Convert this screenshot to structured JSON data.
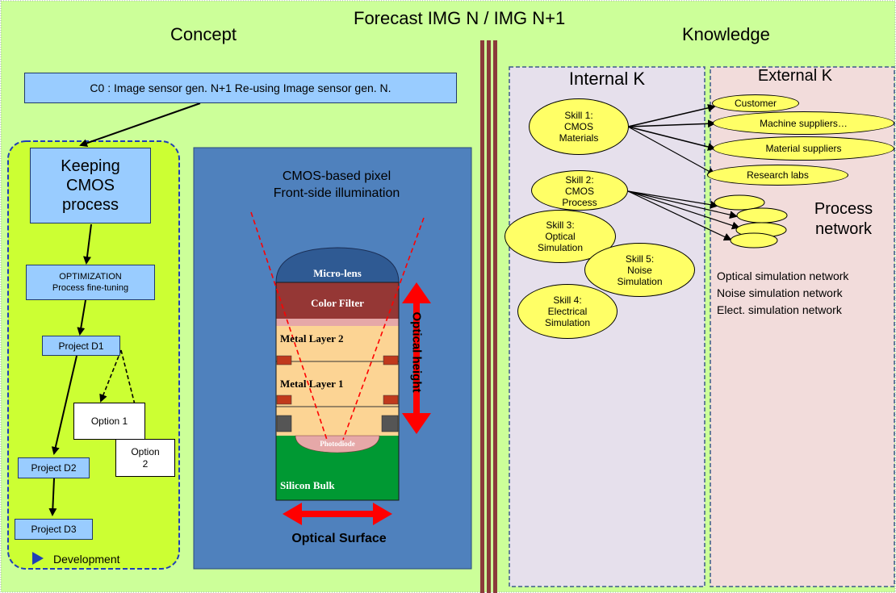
{
  "header": {
    "title": "Forecast IMG N / IMG N+1",
    "concept": "Concept",
    "knowledge": "Knowledge"
  },
  "concept": {
    "c0": "C0 : Image sensor gen. N+1 Re-using Image sensor gen. N.",
    "keeping": "Keeping CMOS process",
    "optimization_title": "OPTIMIZATION",
    "optimization_sub": "Process fine-tuning",
    "project_d1": "Project D1",
    "option1": "Option 1",
    "option2": "Option 2",
    "project_d2": "Project D2",
    "project_d3": "Project D3",
    "development": "Development"
  },
  "pixel": {
    "title_line1": "CMOS-based pixel",
    "title_line2": "Front-side illumination",
    "microlens": "Micro-lens",
    "color_filter": "Color Filter",
    "metal2": "Metal Layer 2",
    "metal1": "Metal Layer 1",
    "photodiode": "Photodiode",
    "silicon": "Silicon Bulk",
    "optical_height": "Optical height",
    "optical_surface": "Optical Surface"
  },
  "knowledge": {
    "internal_title": "Internal K",
    "external_title": "External K",
    "skills": [
      "Skill 1: CMOS Materials",
      "Skill 2: CMOS Process",
      "Skill 3: Optical Simulation",
      "Skill 5: Noise Simulation",
      "Skill 4: Electrical Simulation"
    ],
    "external": [
      "Customer",
      "Machine suppliers…",
      "Material suppliers",
      "Research labs"
    ],
    "process_network": "Process network",
    "networks": [
      "Optical simulation network",
      "Noise simulation network",
      "Elect. simulation network"
    ]
  },
  "colors": {
    "background": "#ccff99",
    "concept_panel": "#ccff33",
    "pixel_panel": "#4f81bd",
    "internal_k": "#e6e0ec",
    "external_k": "#f2dcdb",
    "skill": "#ffff66",
    "divider": "#8b3a3a",
    "arrow_red": "#ff0000"
  }
}
